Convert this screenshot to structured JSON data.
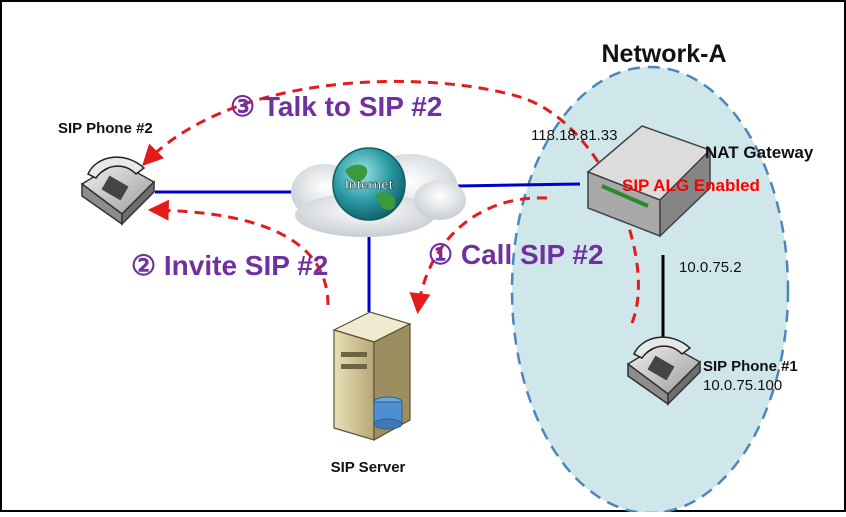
{
  "network_a": {
    "title": "Network-A"
  },
  "steps": {
    "talk": "③ Talk to SIP #2",
    "invite": "② Invite SIP #2",
    "call": "① Call SIP #2"
  },
  "devices": {
    "sip_phone_2": {
      "label": "SIP Phone #2"
    },
    "internet": {
      "label": "Internet"
    },
    "nat_gateway": {
      "label": "NAT Gateway",
      "wan_ip": "118.18.81.33",
      "lan_ip": "10.0.75.2",
      "status": "SIP ALG Enabled"
    },
    "sip_phone_1": {
      "label": "SIP Phone #1",
      "ip": "10.0.75.100"
    },
    "sip_server": {
      "label": "SIP Server"
    }
  },
  "colors": {
    "network_fill": "#cfe7ea",
    "network_stroke": "#4d87b8",
    "link": "#0000cc",
    "flow": "#e41b1b",
    "step_text": "#7030a0",
    "alg_text": "#ff0000"
  }
}
